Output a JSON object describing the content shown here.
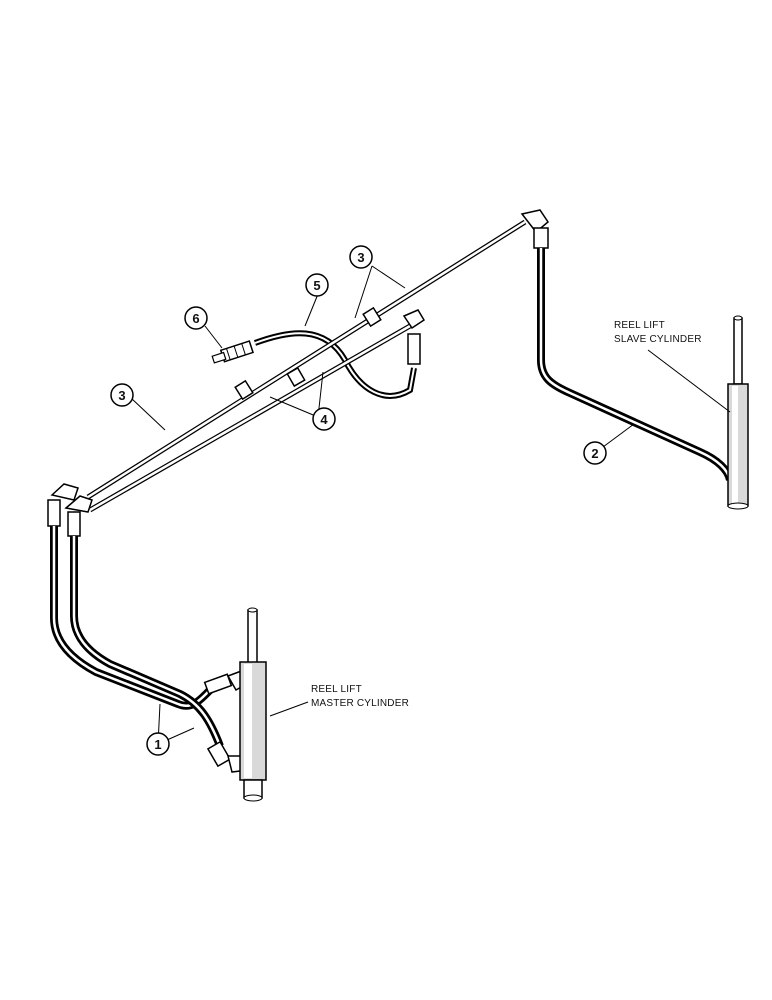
{
  "labels": {
    "slave_cylinder_line1": "REEL LIFT",
    "slave_cylinder_line2": "SLAVE CYLINDER",
    "master_cylinder_line1": "REEL LIFT",
    "master_cylinder_line2": "MASTER CYLINDER"
  },
  "callouts": {
    "c1": "1",
    "c2": "2",
    "c3a": "3",
    "c3b": "3",
    "c4": "4",
    "c5": "5",
    "c6": "6"
  }
}
